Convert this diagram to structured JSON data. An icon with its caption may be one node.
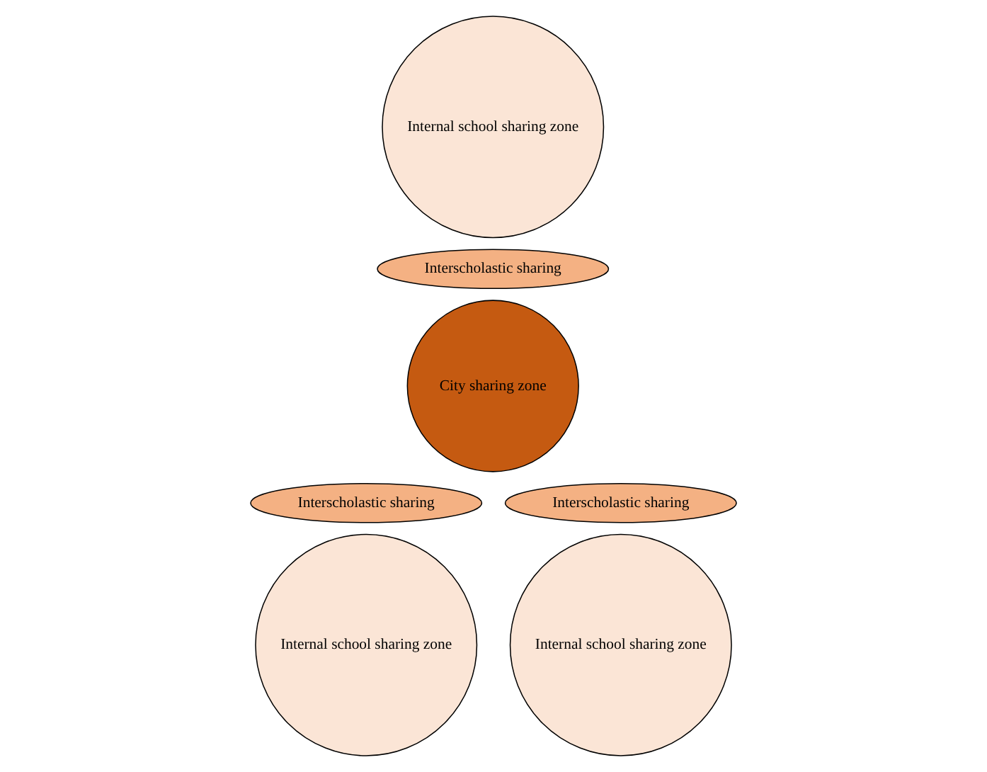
{
  "diagram": {
    "nodes": [
      {
        "text": [
          "Internal school sharing zone"
        ]
      },
      {
        "text": [
          "Interscholastic sharing"
        ]
      },
      {
        "text": [
          "City sharing zone"
        ]
      },
      {
        "text": [
          "Interscholastic sharing"
        ]
      },
      {
        "text": [
          "Interscholastic sharing"
        ]
      },
      {
        "text": [
          "Internal school sharing zone"
        ]
      },
      {
        "text": [
          "Internal school sharing zone"
        ]
      }
    ]
  }
}
